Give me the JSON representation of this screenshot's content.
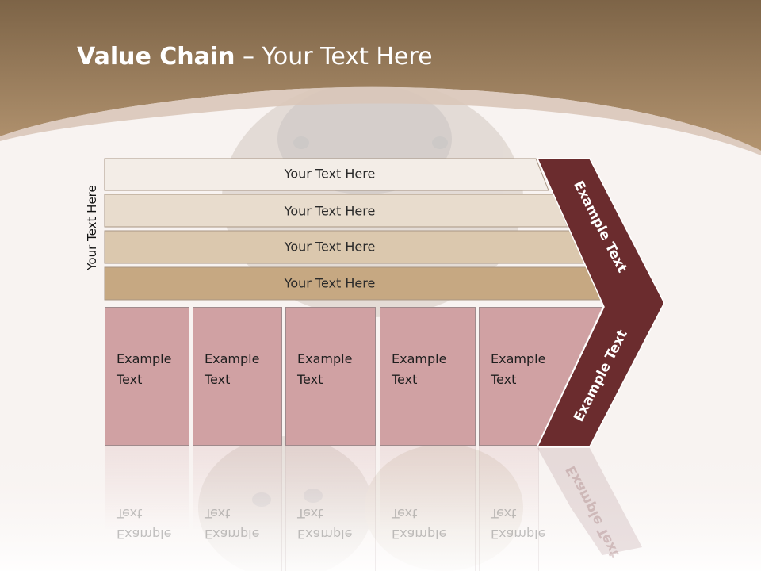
{
  "slide": {
    "title_bold": "Value Chain",
    "title_rest": " – Your Text Here",
    "side_label": "Your Text Here",
    "rows": [
      {
        "label": "Your Text Here",
        "color": "#f3ede7"
      },
      {
        "label": "Your Text Here",
        "color": "#e8dccd"
      },
      {
        "label": "Your Text Here",
        "color": "#dbc8ae"
      },
      {
        "label": "Your Text Here",
        "color": "#c6a882"
      }
    ],
    "boxes": [
      {
        "label": "Example\nText"
      },
      {
        "label": "Example\nText"
      },
      {
        "label": "Example\nText"
      },
      {
        "label": "Example\nText"
      },
      {
        "label": "Example\nText"
      }
    ],
    "chevron": {
      "top_label": "Example Text",
      "bottom_label": "Example Text",
      "color": "#6b2c2e"
    },
    "colors": {
      "header_top": "#7d6447",
      "header_bottom": "#b0926a",
      "box_fill": "#d0a1a3",
      "background": "#f8f3f1"
    }
  }
}
